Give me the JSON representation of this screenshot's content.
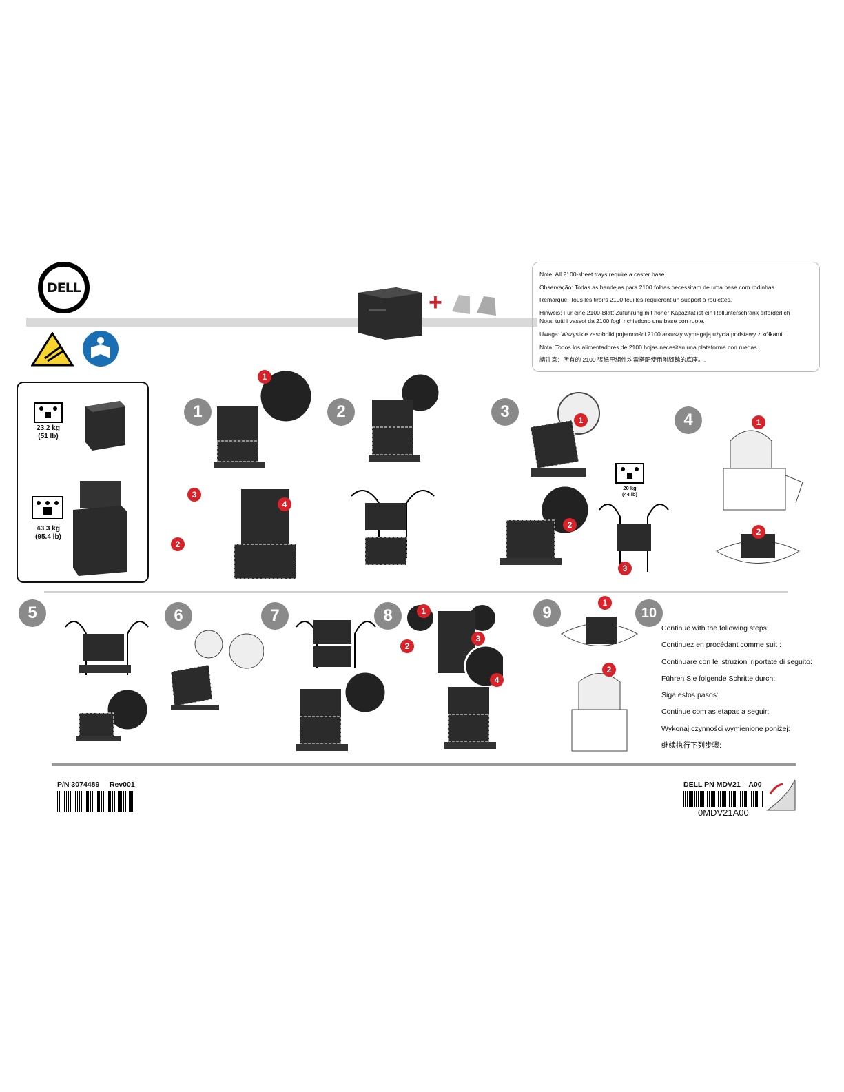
{
  "header": {
    "logo_text": "DELL"
  },
  "notes": [
    "Note: All 2100-sheet trays require a caster base.",
    "Observação: Todas as bandejas para 2100 folhas necessitam de uma base com rodinhas",
    "Remarque: Tous les tiroirs 2100 feuilles requièrent un support à roulettes.",
    "Hinweis: Für eine 2100-Blatt-Zuführung mit hoher Kapazität ist ein Rollunterschrank erforderlich",
    "Nota: tutti i vassoi da 2100 fogli richiedono una base con ruote.",
    "Uwaga: Wszystkie zasobniki pojemności 2100 arkuszy wymagają użycia podstawy z kółkami.",
    "Nota: Todos los alimentadores de 2100 hojas necesitan una plataforma con ruedas.",
    "請注意：所有的 2100 張紙匣組件均需搭配使用附腳輪的底座。."
  ],
  "plus_sign": "+",
  "weights": [
    {
      "kg": "23.2 kg",
      "lb": "(51 lb)"
    },
    {
      "kg": "43.3 kg",
      "lb": "(95.4 lb)"
    }
  ],
  "lift_weight": {
    "kg": "20 kg",
    "lb": "(44 lb)"
  },
  "steps": [
    "1",
    "2",
    "3",
    "4",
    "5",
    "6",
    "7",
    "8",
    "9",
    "10"
  ],
  "callouts": [
    "1",
    "2",
    "3",
    "4"
  ],
  "continue_steps": [
    "Continue with the following steps:",
    "Continuez en procédant comme suit :",
    "Continuare con le istruzioni riportate di seguito:",
    "Führen Sie folgende Schritte durch:",
    "Siga estos pasos:",
    "Continue com as etapas a seguir:",
    "Wykonaj czynności wymienione poniżej:",
    "继续执行下列步骤:"
  ],
  "footer": {
    "part_number": "P/N 3074489",
    "revision": "Rev001",
    "dell_pn": "DELL PN MDV21",
    "dell_rev": "A00",
    "barcode_text": "0MDV21A00"
  }
}
